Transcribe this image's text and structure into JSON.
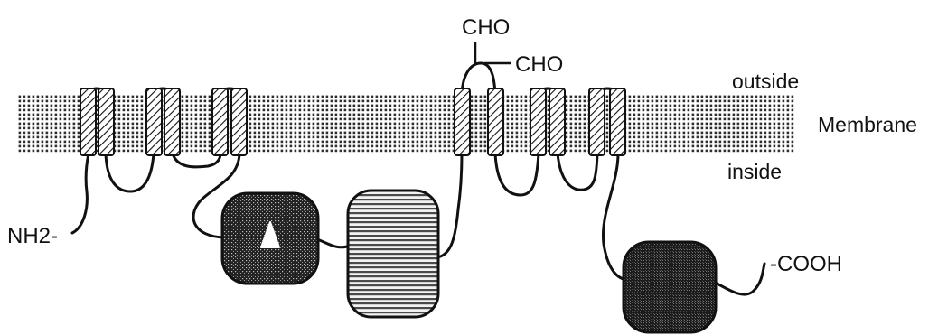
{
  "labels": {
    "outside": "outside",
    "membrane": "Membrane",
    "inside": "inside",
    "n_terminus": "NH2-",
    "c_terminus": "-COOH",
    "cho_1": "CHO",
    "cho_2": "CHO"
  },
  "colors": {
    "line": "#111111",
    "dots": "#333333",
    "background": "#ffffff",
    "domain_dark": "#2a2a2a",
    "domain_striped": "#555555"
  }
}
